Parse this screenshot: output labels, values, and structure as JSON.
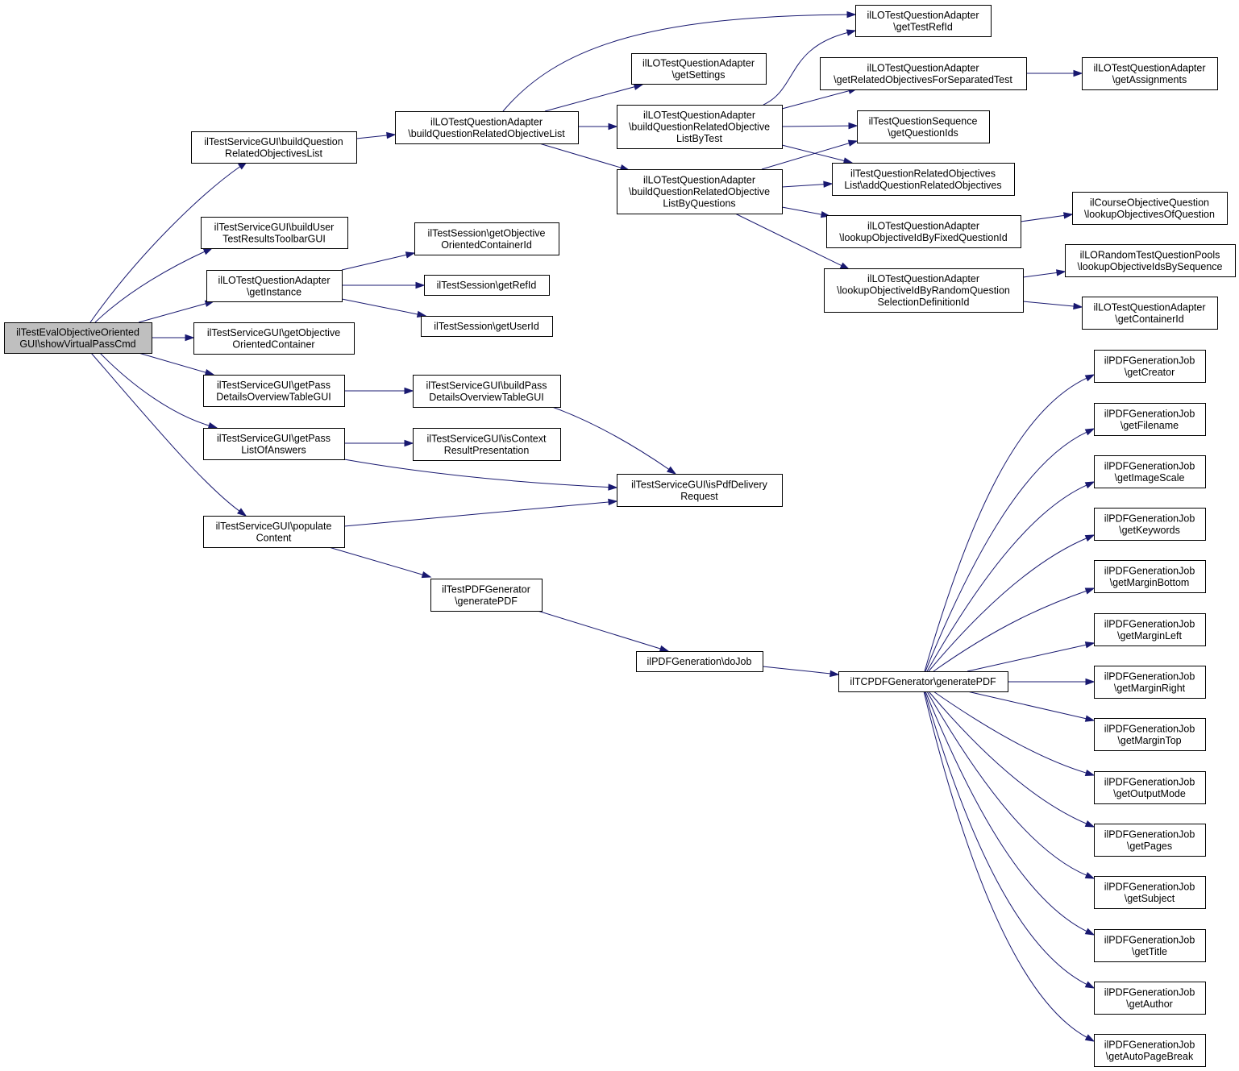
{
  "diagram": {
    "nodes": [
      {
        "id": "root",
        "lines": [
          "ilTestEvalObjectiveOriented",
          "GUI\\showVirtualPassCmd"
        ],
        "root": true
      },
      {
        "id": "bqrol",
        "lines": [
          "ilTestServiceGUI\\buildQuestion",
          "RelatedObjectivesList"
        ]
      },
      {
        "id": "butr",
        "lines": [
          "ilTestServiceGUI\\buildUser",
          "TestResultsToolbarGUI"
        ]
      },
      {
        "id": "getinst",
        "lines": [
          "ilLOTestQuestionAdapter",
          "\\getInstance"
        ]
      },
      {
        "id": "gocont",
        "lines": [
          "ilTestServiceGUI\\getObjective",
          "OrientedContainer"
        ]
      },
      {
        "id": "gpdot",
        "lines": [
          "ilTestServiceGUI\\getPass",
          "DetailsOverviewTableGUI"
        ]
      },
      {
        "id": "gploa",
        "lines": [
          "ilTestServiceGUI\\getPass",
          "ListOfAnswers"
        ]
      },
      {
        "id": "popc",
        "lines": [
          "ilTestServiceGUI\\populate",
          "Content"
        ]
      },
      {
        "id": "abqrol",
        "lines": [
          "ilLOTestQuestionAdapter",
          "\\buildQuestionRelatedObjectiveList"
        ]
      },
      {
        "id": "tsgoci",
        "lines": [
          "ilTestSession\\getObjective",
          "OrientedContainerId"
        ]
      },
      {
        "id": "tsgri",
        "lines": [
          "ilTestSession\\getRefId"
        ]
      },
      {
        "id": "tsgui",
        "lines": [
          "ilTestSession\\getUserId"
        ]
      },
      {
        "id": "bpdot",
        "lines": [
          "ilTestServiceGUI\\buildPass",
          "DetailsOverviewTableGUI"
        ]
      },
      {
        "id": "icrp",
        "lines": [
          "ilTestServiceGUI\\isContext",
          "ResultPresentation"
        ]
      },
      {
        "id": "ipdr",
        "lines": [
          "ilTestServiceGUI\\isPdfDelivery",
          "Request"
        ]
      },
      {
        "id": "tpdfgen",
        "lines": [
          "ilTestPDFGenerator",
          "\\generatePDF"
        ]
      },
      {
        "id": "pdfdojob",
        "lines": [
          "ilPDFGeneration\\doJob"
        ]
      },
      {
        "id": "tcpdf",
        "lines": [
          "ilTCPDFGenerator\\generatePDF"
        ]
      },
      {
        "id": "agettr",
        "lines": [
          "ilLOTestQuestionAdapter",
          "\\getTestRefId"
        ]
      },
      {
        "id": "agets",
        "lines": [
          "ilLOTestQuestionAdapter",
          "\\getSettings"
        ]
      },
      {
        "id": "bqrolbt",
        "lines": [
          "ilLOTestQuestionAdapter",
          "\\buildQuestionRelatedObjective",
          "ListByTest"
        ]
      },
      {
        "id": "bqrolbq",
        "lines": [
          "ilLOTestQuestionAdapter",
          "\\buildQuestionRelatedObjective",
          "ListByQuestions"
        ]
      },
      {
        "id": "grofst",
        "lines": [
          "ilLOTestQuestionAdapter",
          "\\getRelatedObjectivesForSeparatedTest"
        ]
      },
      {
        "id": "tqsgqi",
        "lines": [
          "ilTestQuestionSequence",
          "\\getQuestionIds"
        ]
      },
      {
        "id": "tqrol",
        "lines": [
          "ilTestQuestionRelatedObjectives",
          "List\\addQuestionRelatedObjectives"
        ]
      },
      {
        "id": "loibfq",
        "lines": [
          "ilLOTestQuestionAdapter",
          "\\lookupObjectiveIdByFixedQuestionId"
        ]
      },
      {
        "id": "loibrq",
        "lines": [
          "ilLOTestQuestionAdapter",
          "\\lookupObjectiveIdByRandomQuestion",
          "SelectionDefinitionId"
        ]
      },
      {
        "id": "agetass",
        "lines": [
          "ilLOTestQuestionAdapter",
          "\\getAssignments"
        ]
      },
      {
        "id": "coq",
        "lines": [
          "ilCourseObjectiveQuestion",
          "\\lookupObjectivesOfQuestion"
        ]
      },
      {
        "id": "lortqp",
        "lines": [
          "ilLORandomTestQuestionPools",
          "\\lookupObjectiveIdsBySequence"
        ]
      },
      {
        "id": "agetci",
        "lines": [
          "ilLOTestQuestionAdapter",
          "\\getContainerId"
        ]
      },
      {
        "id": "jcreator",
        "lines": [
          "ilPDFGenerationJob",
          "\\getCreator"
        ]
      },
      {
        "id": "jfilename",
        "lines": [
          "ilPDFGenerationJob",
          "\\getFilename"
        ]
      },
      {
        "id": "jimgscale",
        "lines": [
          "ilPDFGenerationJob",
          "\\getImageScale"
        ]
      },
      {
        "id": "jkeywords",
        "lines": [
          "ilPDFGenerationJob",
          "\\getKeywords"
        ]
      },
      {
        "id": "jmbottom",
        "lines": [
          "ilPDFGenerationJob",
          "\\getMarginBottom"
        ]
      },
      {
        "id": "jmleft",
        "lines": [
          "ilPDFGenerationJob",
          "\\getMarginLeft"
        ]
      },
      {
        "id": "jmright",
        "lines": [
          "ilPDFGenerationJob",
          "\\getMarginRight"
        ]
      },
      {
        "id": "jmtop",
        "lines": [
          "ilPDFGenerationJob",
          "\\getMarginTop"
        ]
      },
      {
        "id": "joutmode",
        "lines": [
          "ilPDFGenerationJob",
          "\\getOutputMode"
        ]
      },
      {
        "id": "jpages",
        "lines": [
          "ilPDFGenerationJob",
          "\\getPages"
        ]
      },
      {
        "id": "jsubject",
        "lines": [
          "ilPDFGenerationJob",
          "\\getSubject"
        ]
      },
      {
        "id": "jtitle",
        "lines": [
          "ilPDFGenerationJob",
          "\\getTitle"
        ]
      },
      {
        "id": "jauthor",
        "lines": [
          "ilPDFGenerationJob",
          "\\getAuthor"
        ]
      },
      {
        "id": "japb",
        "lines": [
          "ilPDFGenerationJob",
          "\\getAutoPageBreak"
        ]
      }
    ],
    "edges": [
      [
        "root",
        "bqrol"
      ],
      [
        "root",
        "butr"
      ],
      [
        "root",
        "getinst"
      ],
      [
        "root",
        "gocont"
      ],
      [
        "root",
        "gpdot"
      ],
      [
        "root",
        "gploa"
      ],
      [
        "root",
        "popc"
      ],
      [
        "bqrol",
        "abqrol"
      ],
      [
        "getinst",
        "tsgoci"
      ],
      [
        "getinst",
        "tsgri"
      ],
      [
        "getinst",
        "tsgui"
      ],
      [
        "gpdot",
        "bpdot"
      ],
      [
        "gploa",
        "icrp"
      ],
      [
        "gploa",
        "ipdr"
      ],
      [
        "bpdot",
        "ipdr"
      ],
      [
        "popc",
        "ipdr"
      ],
      [
        "popc",
        "tpdfgen"
      ],
      [
        "tpdfgen",
        "pdfdojob"
      ],
      [
        "pdfdojob",
        "tcpdf"
      ],
      [
        "abqrol",
        "agettr"
      ],
      [
        "abqrol",
        "agets"
      ],
      [
        "abqrol",
        "bqrolbt"
      ],
      [
        "abqrol",
        "bqrolbq"
      ],
      [
        "bqrolbt",
        "agettr"
      ],
      [
        "bqrolbt",
        "grofst"
      ],
      [
        "bqrolbt",
        "tqsgqi"
      ],
      [
        "bqrolbt",
        "tqrol"
      ],
      [
        "bqrolbq",
        "tqsgqi"
      ],
      [
        "bqrolbq",
        "tqrol"
      ],
      [
        "bqrolbq",
        "loibfq"
      ],
      [
        "bqrolbq",
        "loibrq"
      ],
      [
        "grofst",
        "agetass"
      ],
      [
        "loibfq",
        "coq"
      ],
      [
        "loibrq",
        "lortqp"
      ],
      [
        "loibrq",
        "agetci"
      ],
      [
        "tcpdf",
        "jcreator"
      ],
      [
        "tcpdf",
        "jfilename"
      ],
      [
        "tcpdf",
        "jimgscale"
      ],
      [
        "tcpdf",
        "jkeywords"
      ],
      [
        "tcpdf",
        "jmbottom"
      ],
      [
        "tcpdf",
        "jmleft"
      ],
      [
        "tcpdf",
        "jmright"
      ],
      [
        "tcpdf",
        "jmtop"
      ],
      [
        "tcpdf",
        "joutmode"
      ],
      [
        "tcpdf",
        "jpages"
      ],
      [
        "tcpdf",
        "jsubject"
      ],
      [
        "tcpdf",
        "jtitle"
      ],
      [
        "tcpdf",
        "jauthor"
      ],
      [
        "tcpdf",
        "japb"
      ]
    ]
  }
}
